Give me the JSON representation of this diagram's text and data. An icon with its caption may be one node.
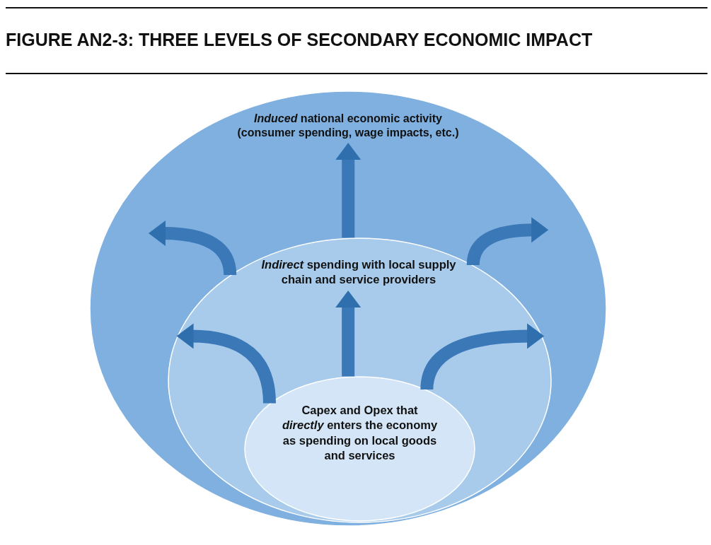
{
  "diagram": {
    "title": "FIGURE AN2-3: THREE LEVELS OF SECONDARY ECONOMIC IMPACT",
    "nodes": [
      {
        "text": [
          "*Induced* national economic activity (consumer spending, wage impacts, etc.)"
        ]
      },
      {
        "text": [
          "*Indirect* spending with local supply chain and service providers"
        ],
        "in": 0
      },
      {
        "text": [
          "Capex and Opex that *directly* enters the economy as spending on local goods and services"
        ],
        "in": 1
      }
    ],
    "edges": [
      {
        "from": 2,
        "to": 1,
        "arrow": "to"
      },
      {
        "from": 2,
        "to": 1,
        "arrow": "to"
      },
      {
        "from": 2,
        "to": 1,
        "arrow": "to"
      },
      {
        "from": 1,
        "to": 0,
        "arrow": "to"
      },
      {
        "from": 1,
        "to": 0,
        "arrow": "to"
      },
      {
        "from": 1,
        "to": 0,
        "arrow": "to"
      }
    ]
  }
}
